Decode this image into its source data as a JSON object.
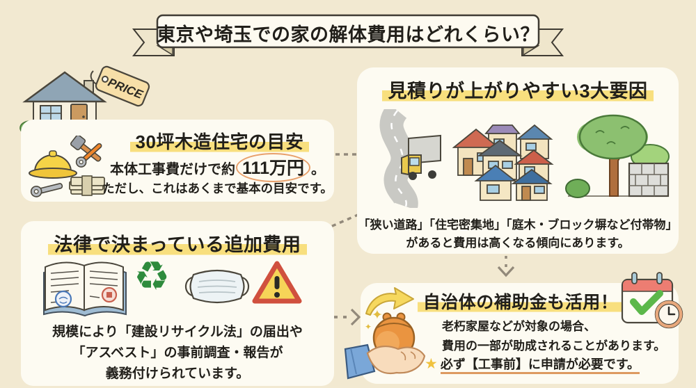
{
  "banner": {
    "title": "東京や埼玉での家の解体費用はどれくらい？"
  },
  "estimate_card": {
    "price_tag_label": "PRICE",
    "heading": "30坪木造住宅の目安",
    "body_prefix": "本体工事費だけで約",
    "body_price": "111万円",
    "body_suffix": "。",
    "body_line2": "ただし、これはあくまで基本の目安です。"
  },
  "factors_card": {
    "heading": "見積りが上がりやすい3大要因",
    "caption_line1": "「狭い道路」「住宅密集地」「庭木・ブロック塀など付帯物」",
    "caption_line2": "があると費用は高くなる傾向にあります。"
  },
  "legal_card": {
    "heading": "法律で決まっている追加費用",
    "body_line1": "規模により「建設リサイクル法」の届出や",
    "body_line2": "「アスベスト」の事前調査・報告が",
    "body_line3": "義務付けられています。"
  },
  "subsidy_card": {
    "heading": "自治体の補助金も活用！",
    "body_line1": "老朽家屋などが対象の場合、",
    "body_line2": "費用の一部が助成されることがあります。",
    "body_line3": "必ず【工事前】に申請が必要です。"
  },
  "icons": {
    "recycle_symbol": "♻",
    "star_bullet": "★",
    "sparkle_large": "✦",
    "sparkle_small": "✦"
  },
  "colors": {
    "background": "#f2e9d1",
    "card": "#fdfbf2",
    "text": "#211f1a",
    "highlight_yellow": "#f8df7e",
    "accent_orange": "#e8a06b",
    "dash_gray": "#92897a",
    "recycle_green": "#2e8b3d",
    "warning_red": "#d0503e",
    "calendar_red": "#ed7d72",
    "check_green": "#5cb84a",
    "purse_orange": "#ea9440"
  }
}
